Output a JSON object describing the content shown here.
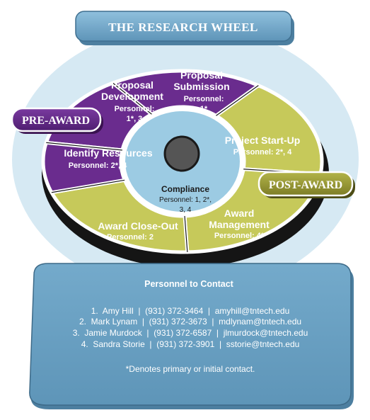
{
  "title": "THE RESEARCH WHEEL",
  "phases": {
    "pre_award": "PRE-AWARD",
    "post_award": "POST-AWARD"
  },
  "segments": [
    {
      "id": "proposal-development",
      "title_lines": [
        "Proposal",
        "Development"
      ],
      "personnel_lines": [
        "Personnel:",
        "1*, 3"
      ]
    },
    {
      "id": "proposal-submission",
      "title_lines": [
        "Proposal",
        "Submission"
      ],
      "personnel_lines": [
        "Personnel:",
        "1*"
      ]
    },
    {
      "id": "project-start-up",
      "title_lines": [
        "Project Start-Up"
      ],
      "personnel_lines": [
        "Personnel: 2*, 4"
      ]
    },
    {
      "id": "award-management",
      "title_lines": [
        "Award",
        "Management"
      ],
      "personnel_lines": [
        "Personnel: 4*"
      ]
    },
    {
      "id": "award-close-out",
      "title_lines": [
        "Award Close-Out"
      ],
      "personnel_lines": [
        "Personnel: 2"
      ]
    },
    {
      "id": "identify-resources",
      "title_lines": [
        "Identify Resources"
      ],
      "personnel_lines": [
        "Personnel: 2*, 4"
      ]
    }
  ],
  "center": {
    "title": "Compliance",
    "personnel_lines": [
      "Personnel: 1, 2*,",
      "3, 4"
    ]
  },
  "contact": {
    "heading": "Personnel to Contact",
    "people": [
      "1.  Amy Hill  |  (931) 372-3464  |  amyhill@tntech.edu",
      "2.  Mark Lynam  |  (931) 372-3673  |  mdlynam@tntech.edu",
      "3.  Jamie Murdock  |  (931) 372-6587  |  jlmurdock@tntech.edu",
      "4.  Sandra Storie  |  (931) 372-3901  |  sstorie@tntech.edu"
    ],
    "note": "*Denotes primary or initial contact."
  },
  "colors": {
    "purple": "#6a2c8e",
    "olive": "#c6c95a",
    "dark_olive": "#7a7a2a",
    "light_blue": "#9ccbe3",
    "pale_blue": "#d6e9f3",
    "steel_blue": "#6ea3c4",
    "black": "#111111"
  }
}
